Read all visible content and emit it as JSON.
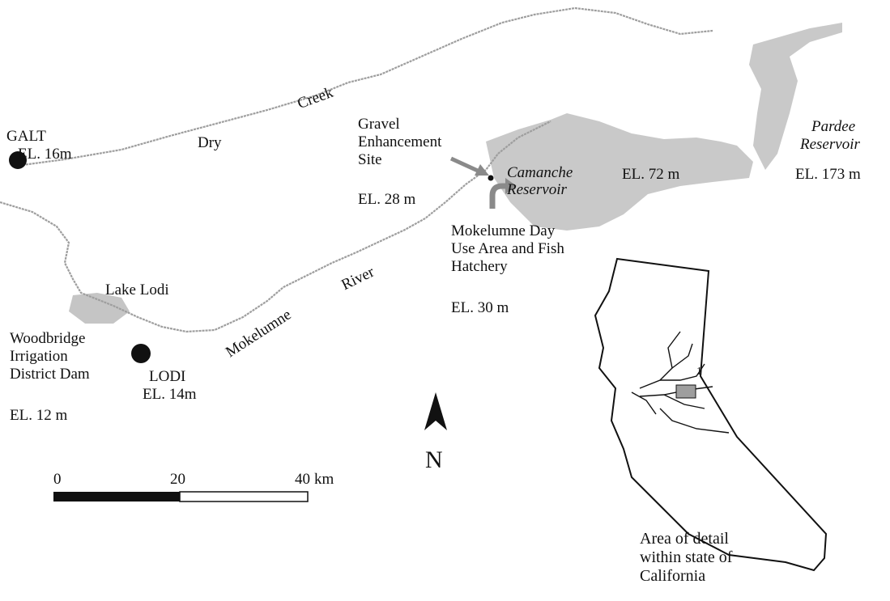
{
  "colors": {
    "water": "#b7b7b7",
    "river": "#9e9e9e",
    "ink": "#111111",
    "arrow": "#8a8a8a"
  },
  "places": {
    "galt": {
      "name": "GALT",
      "elevation": "EL. 16m"
    },
    "lodi": {
      "name": "LODI",
      "elevation": "EL. 14m"
    }
  },
  "water": {
    "dry_creek": [
      "Dry",
      "Creek"
    ],
    "mokelumne_river": [
      "Mokelumne",
      "River"
    ],
    "lake_lodi": "Lake Lodi",
    "camanche": {
      "name_line1": "Camanche",
      "name_line2": "Reservoir",
      "elevation": "EL. 72 m"
    },
    "pardee": {
      "name_line1": "Pardee",
      "name_line2": "Reservoir",
      "elevation": "EL. 173 m"
    }
  },
  "sites": {
    "gravel": {
      "lines": [
        "Gravel",
        "Enhancement",
        "Site"
      ],
      "elevation": "EL. 28 m"
    },
    "hatchery": {
      "lines": [
        "Mokelumne Day",
        "Use Area and Fish",
        "Hatchery"
      ],
      "elevation": "EL. 30 m"
    },
    "dam": {
      "lines": [
        "Woodbridge",
        "Irrigation",
        "District Dam"
      ],
      "elevation": "EL. 12 m"
    }
  },
  "north": {
    "label": "N"
  },
  "scale": {
    "ticks": [
      "0",
      "20",
      "40"
    ],
    "unit": "km"
  },
  "inset": {
    "caption": [
      "Area of detail",
      "within state of",
      "California"
    ],
    "marker": "1"
  }
}
